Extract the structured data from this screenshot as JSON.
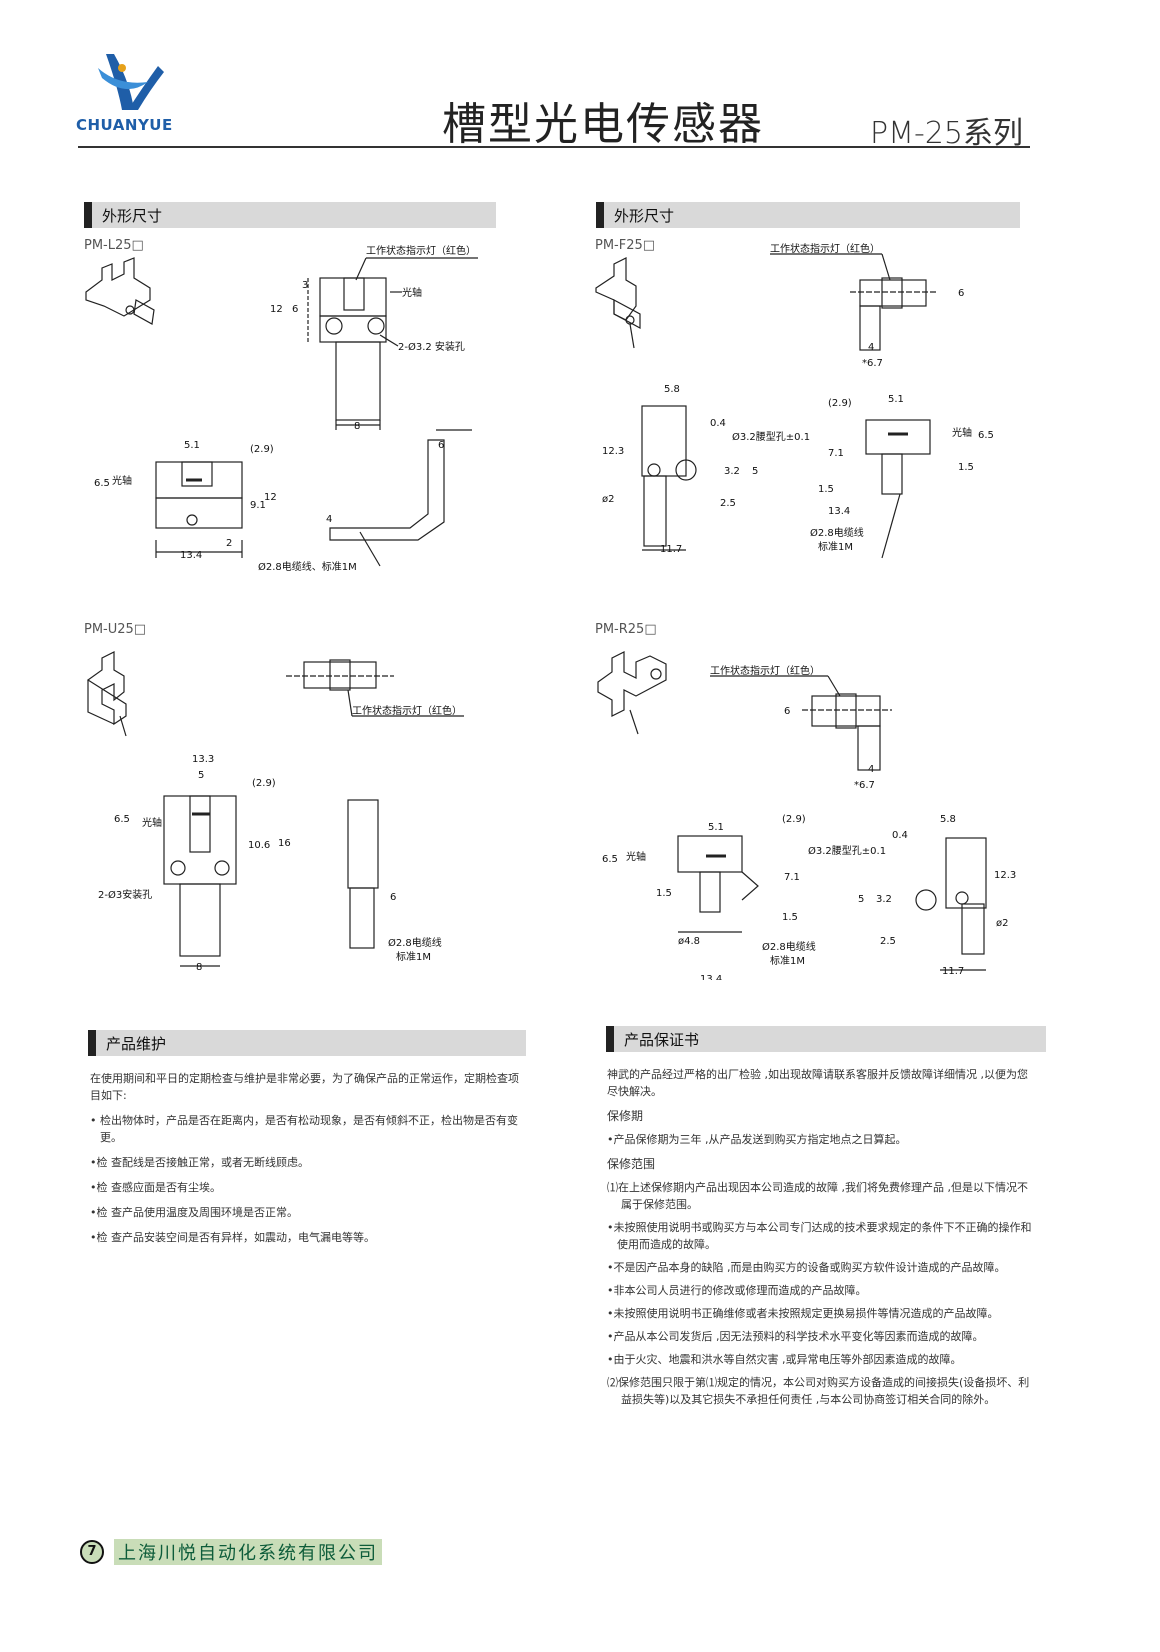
{
  "header": {
    "logo_text": "CHUANYUE",
    "title": "槽型光电传感器",
    "series": "PM-25系列"
  },
  "sections": {
    "dimensions_left": "外形尺寸",
    "dimensions_right": "外形尺寸",
    "maintenance": "产品维护",
    "warranty": "产品保证书"
  },
  "models": {
    "l25": "PM-L25□",
    "f25": "PM-F25□",
    "u25": "PM-U25□",
    "r25": "PM-R25□"
  },
  "labels": {
    "indicator": "工作状态指示灯（红色）",
    "optical_axis": "光轴",
    "mount_hole_l": "2-Ø3.2 安装孔",
    "mount_hole_u": "2-Ø3安装孔",
    "cable_l": "Ø2.8电缆线、标准1M",
    "cable_1": "Ø2.8电缆线",
    "cable_2": "标准1M",
    "waist_hole": "Ø3.2腰型孔±0.1"
  },
  "maintenance": {
    "intro": "在使用期间和平日的定期检查与维护是非常必要，为了确保产品的正常运作，定期检查项目如下:",
    "items": [
      "• 检出物体时，产品是否在距离内，是否有松动现象，是否有倾斜不正，检出物是否有变更。",
      "•检 查配线是否接触正常，或者无断线顾虑。",
      "•检 查感应面是否有尘埃。",
      "•检 查产品使用温度及周围环境是否正常。",
      "•检 查产品安装空间是否有异样，如震动，电气漏电等等。"
    ]
  },
  "warranty": {
    "intro": "神武的产品经过严格的出厂检验 ,如出现故障请联系客服并反馈故障详细情况 ,以便为您尽快解决。",
    "period_title": "保修期",
    "period_text": "•产品保修期为三年 ,从产品发送到购买方指定地点之日算起。",
    "scope_title": "保修范围",
    "scope_items": [
      "⑴在上述保修期内产品出现因本公司造成的故障 ,我们将免费修理产品 ,但是以下情况不属于保修范围。",
      "•未按照使用说明书或购买方与本公司专门达成的技术要求规定的条件下不正确的操作和使用而造成的故障。",
      "•不是因产品本身的缺陷 ,而是由购买方的设备或购买方软件设计造成的产品故障。",
      "•非本公司人员进行的修改或修理而造成的产品故障。",
      "•未按照使用说明书正确维修或者未按照规定更换易损件等情况造成的产品故障。",
      "•产品从本公司发货后 ,因无法预料的科学技术水平变化等因素而造成的故障。",
      "•由于火灾、地震和洪水等自然灾害 ,或异常电压等外部因素造成的故障。",
      "⑵保修范围只限于第⑴规定的情况，本公司对购买方设备造成的间接损失(设备损坏、利益损失等)以及其它损失不承担任何责任 ,与本公司协商签订相关合同的除外。"
    ]
  },
  "footer": {
    "page": "7",
    "company": "上海川悦自动化系统有限公司"
  },
  "colors": {
    "logo": "#1f5ea8",
    "footer_text": "#0d5c3a",
    "footer_bg": "#c9ddb8"
  }
}
